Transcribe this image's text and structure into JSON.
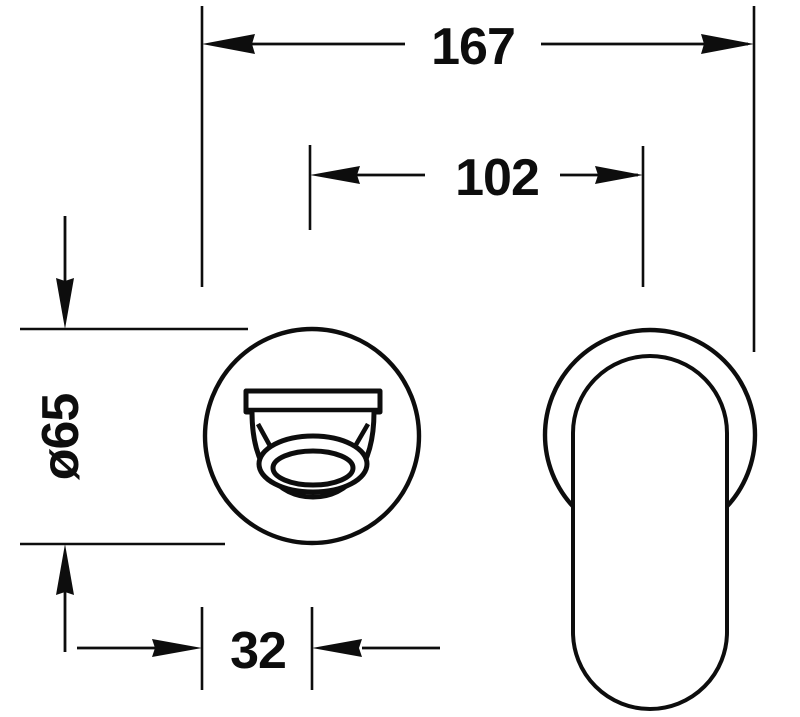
{
  "drawing": {
    "title": "Wall-mounted basin mixer dimension drawing",
    "units": "mm",
    "line_color": "#0d0d0d",
    "background_color": "#ffffff"
  },
  "dimensions": {
    "overall_width": {
      "label": "167",
      "name": "overall-projection"
    },
    "spout_projection": {
      "label": "102",
      "name": "spout-projection"
    },
    "escutcheon_diameter": {
      "label": "ø65",
      "name": "escutcheon-diameter"
    },
    "wall_offset": {
      "label": "32",
      "name": "wall-offset"
    }
  },
  "views": {
    "front": {
      "name": "front-view",
      "parts": {
        "escutcheon": "round-escutcheon-plate",
        "spout": "spout-outlet-body",
        "aerator": "aerator-ring"
      }
    },
    "side": {
      "name": "side-view",
      "parts": {
        "escutcheon": "round-escutcheon-plate",
        "spout": "stadium-spout-profile"
      }
    }
  }
}
